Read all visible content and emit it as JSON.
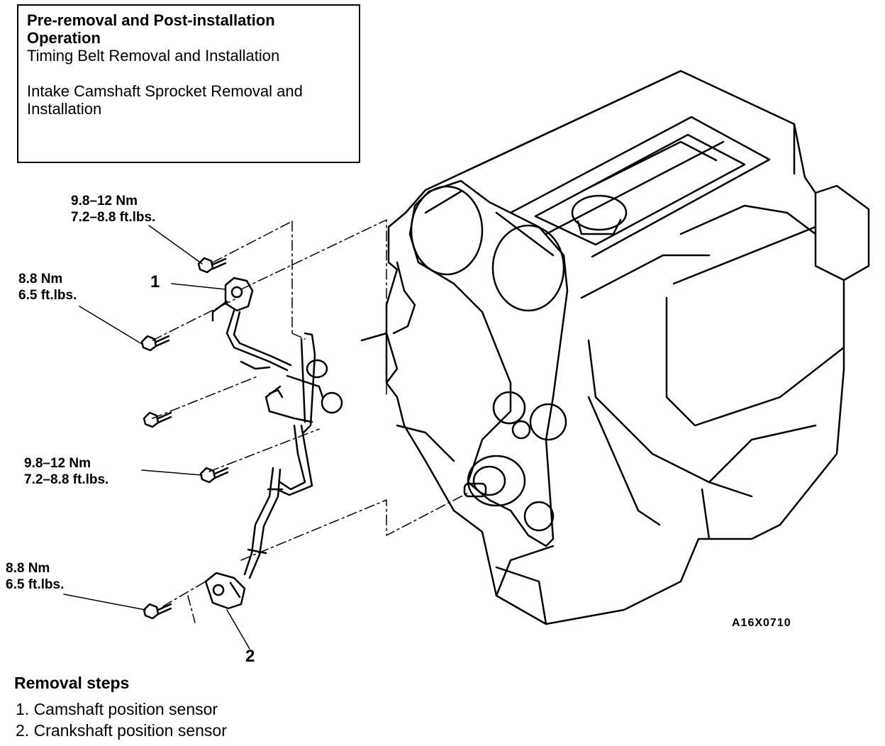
{
  "note": {
    "title": "Pre-removal and Post-installation Operation",
    "items": [
      "Timing Belt Removal and Installation",
      "Intake Camshaft Sprocket Removal and Installation"
    ]
  },
  "torques": [
    {
      "nm": "9.8–12 Nm",
      "ftlbs": "7.2–8.8 ft.lbs."
    },
    {
      "nm": "8.8 Nm",
      "ftlbs": "6.5 ft.lbs."
    },
    {
      "nm": "9.8–12 Nm",
      "ftlbs": "7.2–8.8 ft.lbs."
    },
    {
      "nm": "8.8 Nm",
      "ftlbs": "6.5 ft.lbs."
    }
  ],
  "callouts": [
    "1",
    "2"
  ],
  "figure_code": "A16X0710",
  "removal": {
    "heading": "Removal steps",
    "steps": [
      "1. Camshaft position sensor",
      "2. Crankshaft position sensor"
    ]
  }
}
